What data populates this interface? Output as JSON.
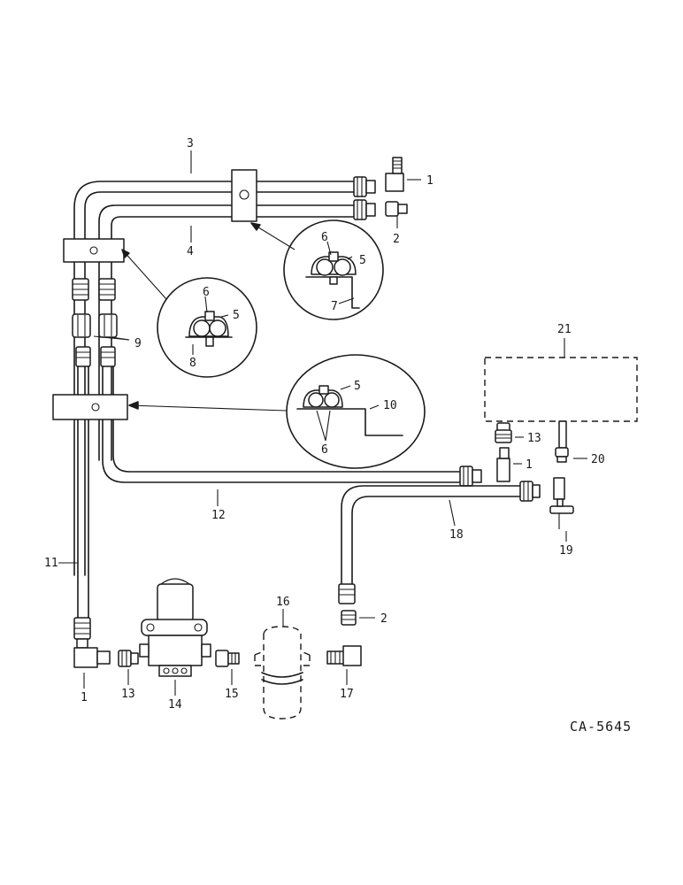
{
  "diagram": {
    "drawing_code": "CA-5645",
    "callouts": {
      "c1_top": "1",
      "c2_top": "2",
      "c3": "3",
      "c4": "4",
      "c6_r": "6",
      "c5_r": "5",
      "c7": "7",
      "c6_l": "6",
      "c5_l": "5",
      "c8": "8",
      "c9": "9",
      "c5_m": "5",
      "c10": "10",
      "c6_m": "6",
      "c21": "21",
      "c13_r": "13",
      "c20": "20",
      "c1_mid": "1",
      "c12": "12",
      "c18": "18",
      "c19": "19",
      "c11": "11",
      "c16": "16",
      "c2_bot": "2",
      "c1_bot": "1",
      "c13_bot": "13",
      "c14": "14",
      "c15": "15",
      "c17": "17"
    }
  }
}
